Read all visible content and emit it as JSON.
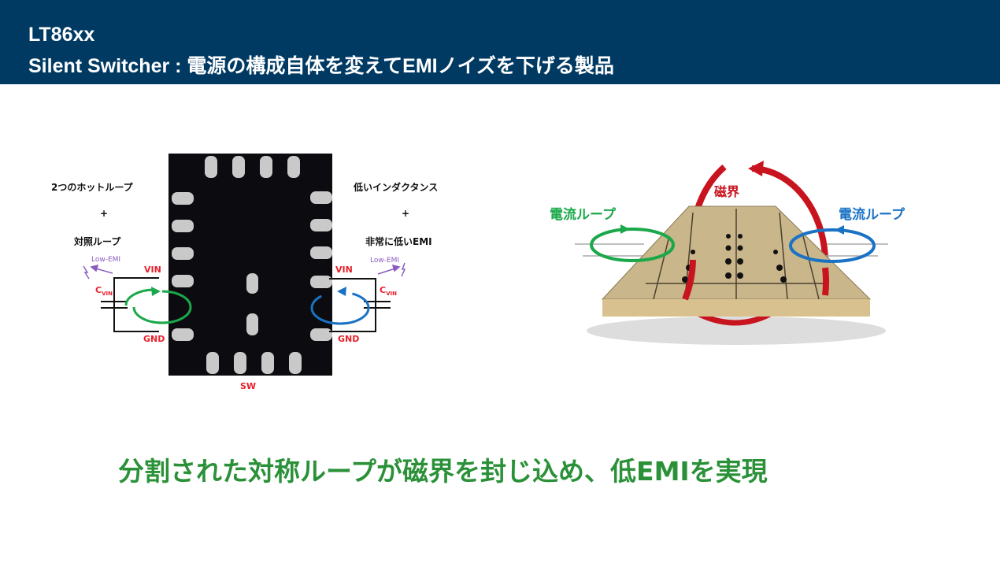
{
  "header": {
    "title": "LT86xx",
    "subtitle": "Silent Switcher : 電源の構成自体を変えてEMIノイズを下げる製品"
  },
  "left_diagram": {
    "left_text": [
      "2つのホットループ",
      "+",
      "対照ループ"
    ],
    "right_text": [
      "低いインダクタンス",
      "+",
      "非常に低いEMI"
    ],
    "low_emi": "Low-EMI",
    "vin": "VIN",
    "gnd": "GND",
    "c": "C",
    "c_sub": "VIN",
    "sw": "SW"
  },
  "right_diagram": {
    "magnetic_field": "磁界",
    "current_loop_left": "電流ループ",
    "current_loop_right": "電流ループ"
  },
  "colors": {
    "header": "#003a63",
    "green": "#2a9138",
    "blue": "#1a72c4",
    "red": "#c8141e"
  },
  "conclusion": "分割された対称ループが磁界を封じ込め、低EMIを実現"
}
